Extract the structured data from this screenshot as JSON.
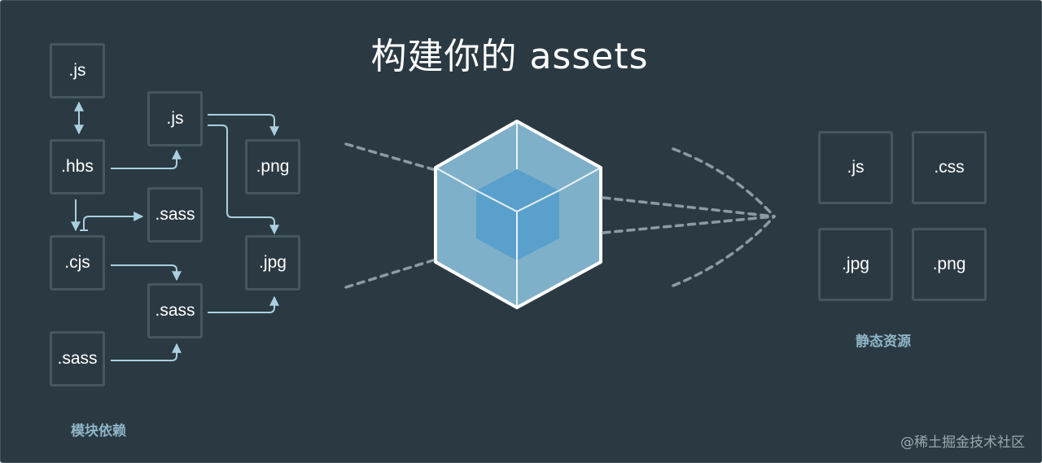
{
  "title": "构建你的 assets",
  "modules": {
    "js_a": ".js",
    "hbs": ".hbs",
    "cjs": ".cjs",
    "sass_bottom": ".sass",
    "js_b": ".js",
    "sass_mid": ".sass",
    "sass_low": ".sass",
    "png": ".png",
    "jpg": ".jpg"
  },
  "modules_caption": "模块依赖",
  "outputs": [
    ".js",
    ".css",
    ".jpg",
    ".png"
  ],
  "outputs_caption": "静态资源",
  "watermark": "@稀土掘金技术社区",
  "colors": {
    "background": "#2b3a42",
    "box_border": "#465760",
    "connector": "#a9cfe0",
    "cube_light": "#8ec5e2",
    "cube_dark": "#5aa0cc",
    "caption": "#8fb5c8"
  },
  "icons": [
    "webpack-cube-icon"
  ]
}
